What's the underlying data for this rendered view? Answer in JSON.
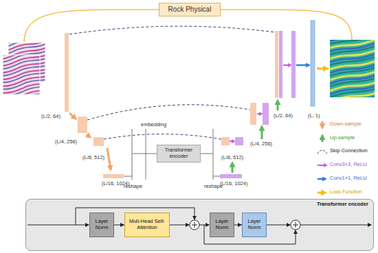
{
  "diagram": {
    "nodes": [
      {
        "text": [
          "Rock Physical"
        ]
      },
      {
        "text": [
          "Transformer encoder"
        ]
      },
      {
        "text": [
          "Transformer encoder"
        ]
      },
      {
        "text": [
          "Layer Norm"
        ],
        "in": 2
      },
      {
        "text": [
          "Muti-Head Self-Attention"
        ],
        "in": 2
      },
      {
        "text": [
          "Layer Norm"
        ],
        "in": 2
      },
      {
        "text": [
          "Layer Norm"
        ],
        "in": 2
      }
    ],
    "edges": [
      {
        "from": 3,
        "to": 4,
        "arrow": "to"
      },
      {
        "from": 5,
        "to": 6,
        "arrow": "to"
      }
    ],
    "labels": [
      "(L/2, 64)",
      "(L/4, 256)",
      "(L/8, 512)",
      "(L/16, 1024)",
      "embedding",
      "reshape",
      "reshape",
      "(L/16, 1024)",
      "(L/8, 512)",
      "(L/4, 256)",
      "(L/2, 64)",
      "(L, 1)"
    ],
    "legend": [
      {
        "text": "Down-sample"
      },
      {
        "text": "Up-sample"
      },
      {
        "text": "Skip Connection"
      },
      {
        "text": "Conv3×3, ReLU"
      },
      {
        "text": "Conv1×1, ReLU"
      },
      {
        "text": "Loss Function"
      }
    ]
  }
}
